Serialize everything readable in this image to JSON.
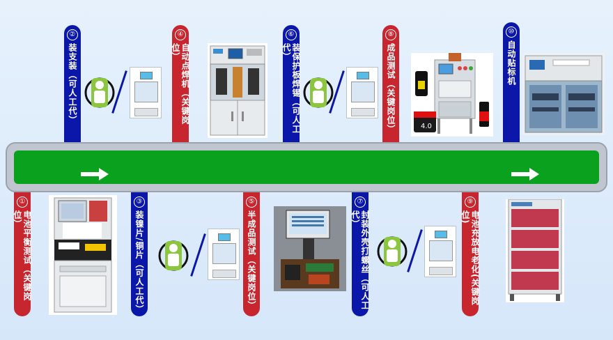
{
  "stations": [
    {
      "num": "①",
      "label": "电池平衡测试（关键岗位）",
      "color": "#c7262f",
      "type": "critical"
    },
    {
      "num": "②",
      "label": "装支装（可人工代）",
      "color": "#0b17a8",
      "type": "manual"
    },
    {
      "num": "③",
      "label": "装镍片/铜片（可人工代）",
      "color": "#0b17a8",
      "type": "manual"
    },
    {
      "num": "④",
      "label": "自动点焊机（关键岗位）",
      "color": "#c7262f",
      "type": "critical"
    },
    {
      "num": "⑤",
      "label": "半成品测试（关键岗位）",
      "color": "#c7262f",
      "type": "critical"
    },
    {
      "num": "⑥",
      "label": "装保护板焊锡（可人工代）",
      "color": "#0b17a8",
      "type": "manual"
    },
    {
      "num": "⑦",
      "label": "封装外壳打螺丝（可人工代）",
      "color": "#0b17a8",
      "type": "manual"
    },
    {
      "num": "⑧",
      "label": "成品测试（关键岗位）",
      "color": "#c7262f",
      "type": "critical"
    },
    {
      "num": "⑨",
      "label": "电池充放电老化(关键岗位)",
      "color": "#c7262f",
      "type": "critical"
    },
    {
      "num": "⑩",
      "label": "自动贴标机",
      "color": "#0b17a8",
      "type": "auto"
    }
  ],
  "battery_badge": "4.0",
  "icons": {
    "worker": "worker-icon",
    "machine": "workstation-icon"
  }
}
